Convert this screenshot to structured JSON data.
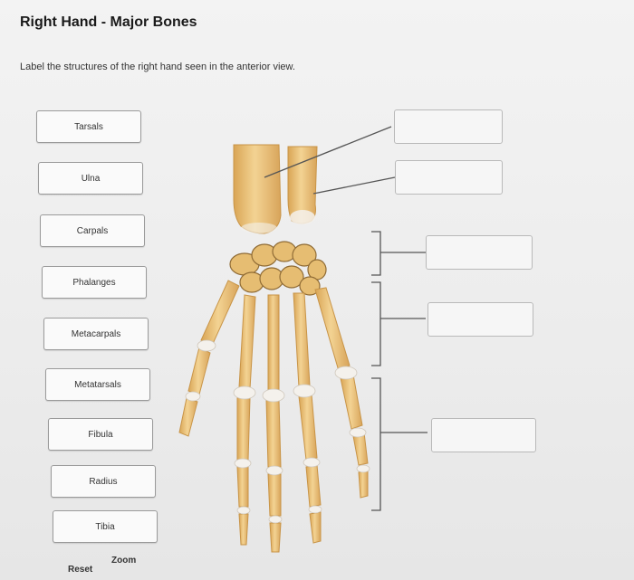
{
  "header": {
    "title": "Right Hand - Major Bones",
    "instructions": "Label the structures of the right hand seen in the anterior view."
  },
  "terms": [
    {
      "label": "Tarsals"
    },
    {
      "label": "Ulna"
    },
    {
      "label": "Carpals"
    },
    {
      "label": "Phalanges"
    },
    {
      "label": "Metacarpals"
    },
    {
      "label": "Metatarsals"
    },
    {
      "label": "Fibula"
    },
    {
      "label": "Radius"
    },
    {
      "label": "Tibia"
    }
  ],
  "controls": {
    "reset_label": "Reset",
    "zoom_label": "Zoom"
  },
  "colors": {
    "bone_fill": "#e9c27e",
    "bone_highlight": "#f7e6b8",
    "bone_shadow": "#c89447",
    "cartilage": "#f4f1ec",
    "leader_line": "#555555"
  }
}
